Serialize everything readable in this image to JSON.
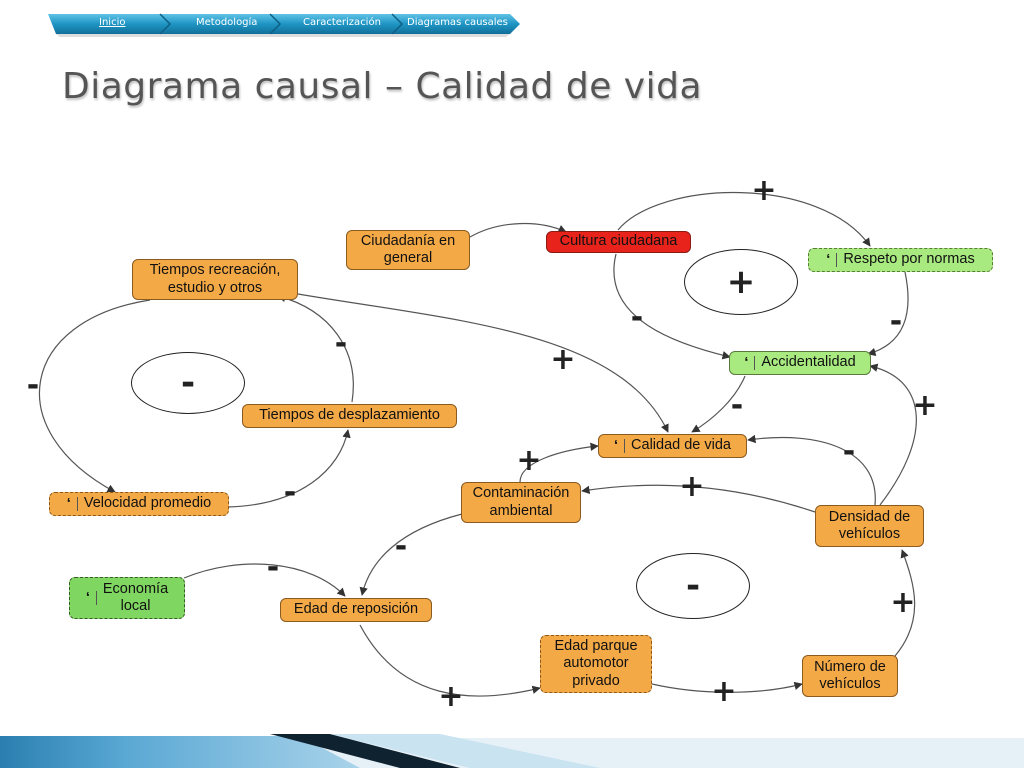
{
  "breadcrumb": {
    "items": [
      {
        "label": "Inicio",
        "active": true
      },
      {
        "label": "Metodología",
        "active": false
      },
      {
        "label": "Caracterización",
        "active": false
      },
      {
        "label": "Diagramas causales",
        "active": false
      }
    ]
  },
  "title": "Diagrama causal – Calidad de vida",
  "colors": {
    "node_orange": "#f4a947",
    "node_red": "#e8231c",
    "node_green": "#a8ea80",
    "node_green_dark": "#7fd660",
    "breadcrumb_blue": "#1f95c4",
    "footer_blue": "#2a7fb0"
  },
  "nodes": {
    "ciudadania": {
      "label": "Ciudadanía en\ngeneral"
    },
    "cultura": {
      "label": "Cultura ciudadana"
    },
    "respeto": {
      "label": "Respeto por normas"
    },
    "tiempos_recreacion": {
      "label": "Tiempos recreación,\nestudio y otros"
    },
    "accidentalidad": {
      "label": "Accidentalidad"
    },
    "tiempos_desplazamiento": {
      "label": "Tiempos de desplazamiento"
    },
    "calidad": {
      "label": "Calidad de vida"
    },
    "contaminacion": {
      "label": "Contaminación\nambiental"
    },
    "velocidad": {
      "label": "Velocidad promedio"
    },
    "densidad": {
      "label": "Densidad de\nvehículos"
    },
    "economia": {
      "label": "Economía\nlocal"
    },
    "edad_reposicion": {
      "label": "Edad de reposición"
    },
    "edad_parque": {
      "label": "Edad parque\nautomotor\nprivado"
    },
    "numero_vehiculos": {
      "label": "Número de\nvehículos"
    }
  },
  "loops": {
    "top_right": "+",
    "left": "-",
    "bottom_right": "-"
  },
  "edge_signs": {
    "cultura_respeto": "+",
    "cultura_accidentalidad": "-",
    "respeto_accidentalidad": "-",
    "desplazamiento_recreacion": "-",
    "recreacion_velocidad": "-",
    "recreacion_calidad": "+",
    "velocidad_desplazamiento": "-",
    "accidentalidad_calidad": "-",
    "densidad_accidentalidad": "+",
    "contaminacion_calidad": "+",
    "densidad_calidad": "-",
    "densidad_contaminacion": "+",
    "contaminacion_reposicion": "-",
    "economia_reposicion": "-",
    "numero_densidad": "+",
    "reposicion_parque": "+",
    "parque_numero": "+"
  }
}
